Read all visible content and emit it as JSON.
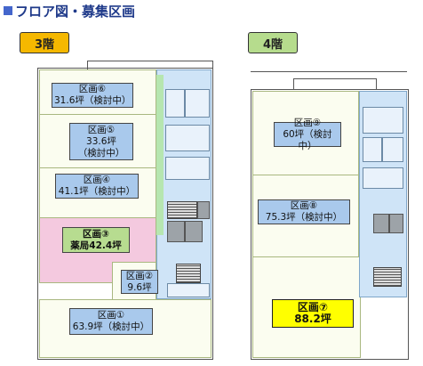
{
  "header": {
    "title": "フロア図・募集区画"
  },
  "floor3": {
    "badge": "3階",
    "badge_color": "#f5b800",
    "zones": [
      {
        "name": "区画⑥",
        "detail": "31.6坪（検討中）"
      },
      {
        "name": "区画⑤",
        "detail": "33.6坪",
        "detail2": "（検討中）"
      },
      {
        "name": "区画④",
        "detail": "41.1坪（検討中）"
      },
      {
        "name": "区画③",
        "detail": "薬局42.4坪"
      },
      {
        "name": "区画②",
        "detail": "9.6坪"
      },
      {
        "name": "区画①",
        "detail": "63.9坪（検討中）"
      }
    ]
  },
  "floor4": {
    "badge": "4階",
    "badge_color": "#b6dc8d",
    "zones": [
      {
        "name": "区画⑨",
        "detail": "60坪（検討中）"
      },
      {
        "name": "区画⑧",
        "detail": "75.3坪（検討中）"
      },
      {
        "name": "区画⑦",
        "detail": "88.2坪"
      }
    ]
  },
  "colors": {
    "available_zone": "#fbfdf0",
    "pharmacy_zone": "#f4c9df",
    "label_blue": "#a9c9ec",
    "label_green": "#b7dc90",
    "label_yellow": "#ffff00",
    "core": "#cfe4f7"
  }
}
